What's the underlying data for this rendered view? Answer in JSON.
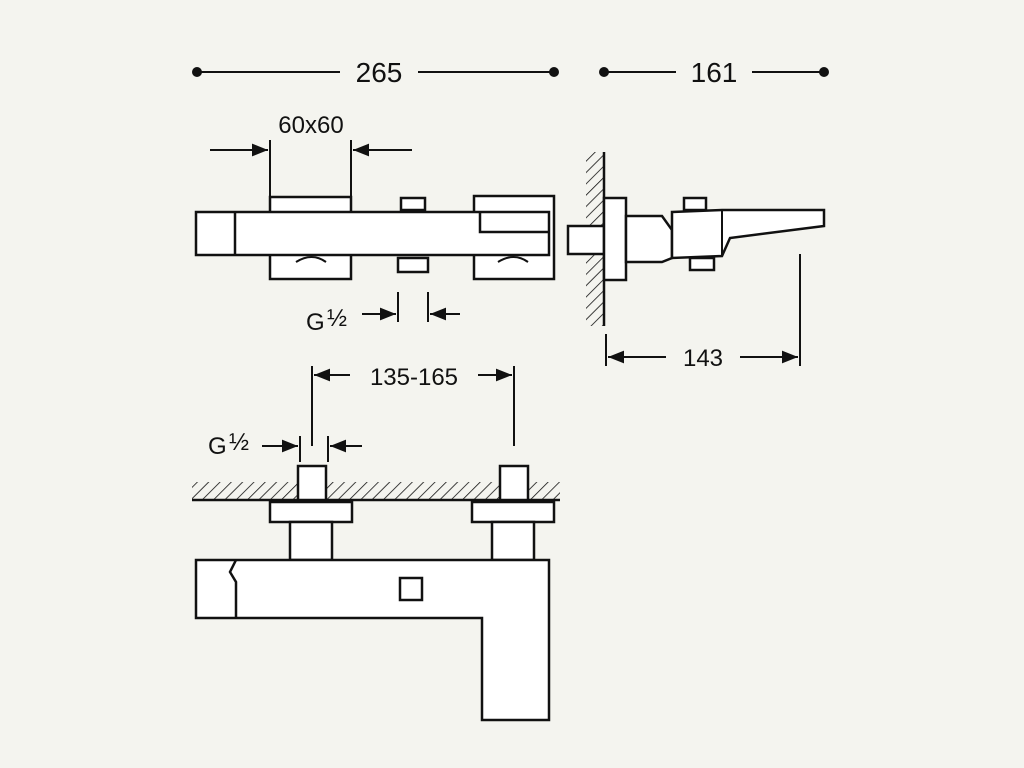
{
  "dimensions": {
    "overall_width": "265",
    "depth": "161",
    "handle_size": "60x60",
    "connection_top_prefix": "G",
    "connection_top_fraction": "½",
    "spout_reach": "143",
    "center_distance": "135-165",
    "connection_bottom_prefix": "G",
    "connection_bottom_fraction": "½"
  }
}
